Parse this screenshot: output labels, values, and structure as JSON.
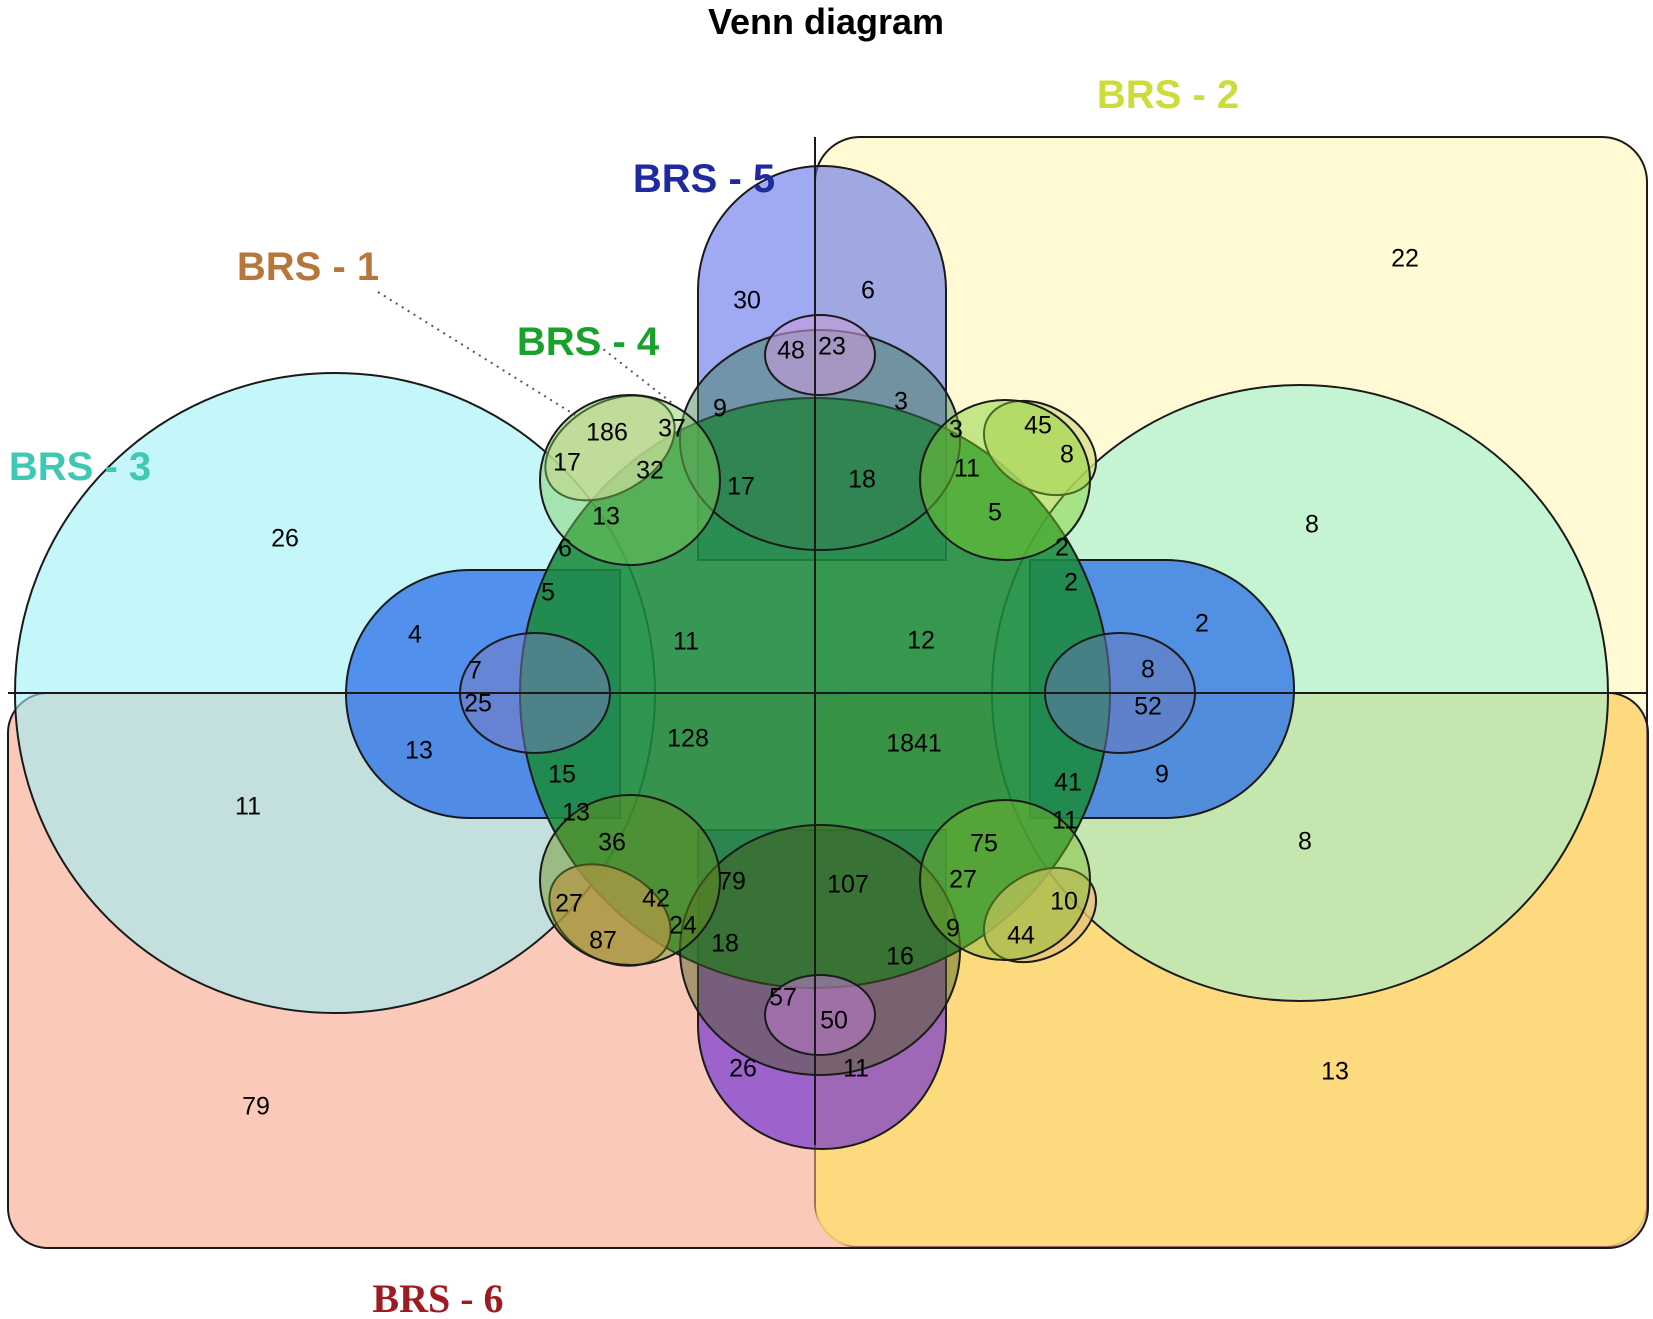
{
  "title": "Venn diagram",
  "sets": [
    {
      "id": "brs1",
      "label": "BRS - 1",
      "color": "#b5773a"
    },
    {
      "id": "brs2",
      "label": "BRS - 2",
      "color": "#cddc39"
    },
    {
      "id": "brs3",
      "label": "BRS - 3",
      "color": "#3ec9b5"
    },
    {
      "id": "brs4",
      "label": "BRS - 4",
      "color": "#1aa12b"
    },
    {
      "id": "brs5",
      "label": "BRS - 5",
      "color": "#1f2a9e"
    },
    {
      "id": "brs6",
      "label": "BRS - 6",
      "color": "#9e1b22"
    }
  ],
  "region_counts": {
    "r22": "22",
    "r26": "26",
    "r8a": "8",
    "r8b": "8",
    "r11a": "11",
    "r79a": "79",
    "r13a": "13",
    "r30": "30",
    "r6a": "6",
    "r48": "48",
    "r23": "23",
    "r3a": "3",
    "r3b": "3",
    "r45": "45",
    "r8c": "8",
    "r11b": "11",
    "r186": "186",
    "r37": "37",
    "r9a": "9",
    "r17a": "17",
    "r32": "32",
    "r17b": "17",
    "r18a": "18",
    "r13b": "13",
    "r5a": "5",
    "r2a": "2",
    "r2b": "2",
    "r6b": "6",
    "r5b": "5",
    "r4": "4",
    "r11c": "11",
    "r12": "12",
    "r2c": "2",
    "r7": "7",
    "r8d": "8",
    "r25": "25",
    "r52": "52",
    "r128": "128",
    "r1841": "1841",
    "r13c": "13",
    "r9b": "9",
    "r15": "15",
    "r41": "41",
    "r13d": "13",
    "r11d": "11",
    "r36": "36",
    "r75": "75",
    "r79b": "79",
    "r107": "107",
    "r27a": "27",
    "r42": "42",
    "r27b": "27",
    "r10": "10",
    "r24": "24",
    "r9c": "9",
    "r87": "87",
    "r18b": "18",
    "r16": "16",
    "r44": "44",
    "r57": "57",
    "r50": "50",
    "r26b": "26",
    "r11e": "11"
  }
}
